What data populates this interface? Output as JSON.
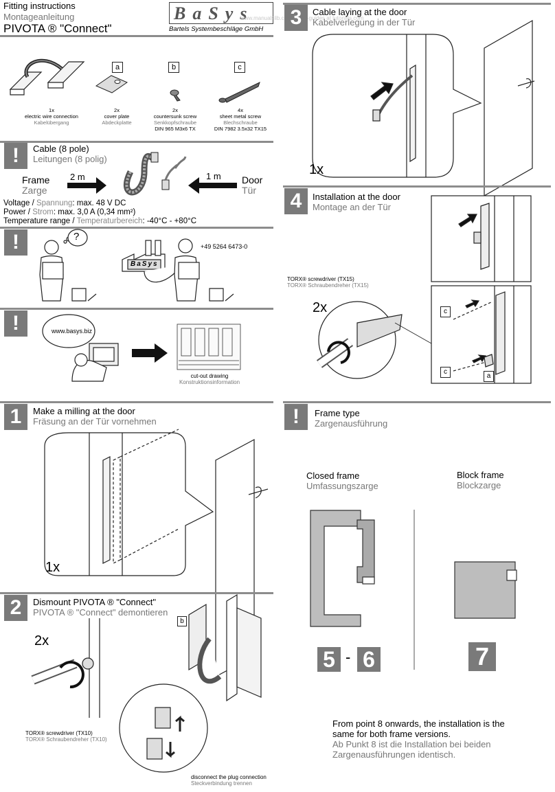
{
  "header": {
    "title_en": "Fitting instructions",
    "title_de": "Montageanleitung",
    "product": "PIVOTA ® \"Connect\"",
    "logo_text": "BaSys",
    "company": "Bartels Systembeschläge GmbH",
    "watermark": "www.manualslib.com | user-guides at tutorials.com"
  },
  "parts": [
    {
      "qty": "1x",
      "en": "electric wire connection",
      "de": "Kabelübergang",
      "code": "",
      "letter": ""
    },
    {
      "qty": "2x",
      "en": "cover plate",
      "de": "Abdeckplatte",
      "code": "",
      "letter": "a"
    },
    {
      "qty": "2x",
      "en": "countersunk screw",
      "de": "Senkkopfschraube",
      "code": "DIN 965 M3x6 TX",
      "letter": "b"
    },
    {
      "qty": "4x",
      "en": "sheet metal screw",
      "de": "Blechschraube",
      "code": "DIN 7982 3.5x32 TX15",
      "letter": "c"
    }
  ],
  "cable": {
    "icon": "!",
    "title_en": "Cable (8 pole)",
    "title_de": "Leitungen (8 polig)",
    "frame_en": "Frame",
    "frame_de": "Zarge",
    "frame_len": "2 m",
    "door_en": "Door",
    "door_de": "Tür",
    "door_len": "1 m",
    "specs": [
      {
        "en": "Voltage",
        "de": "Spannung",
        "value": ": max. 48 V DC"
      },
      {
        "en": "Power",
        "de": "Strom",
        "value": ": max. 3,0 A (0,34 mm²)"
      },
      {
        "en": "Temperature range",
        "de": "Temperaturbereich",
        "value": ": -40°C - +80°C"
      }
    ]
  },
  "support": {
    "icon": "!",
    "question": "?",
    "phone": "+49 5264 6473-0",
    "logo_text": "BaSys"
  },
  "web": {
    "icon": "!",
    "url": "www.basys.biz",
    "drawing_en": "cut-out drawing",
    "drawing_de": "Konstruktionsinformation"
  },
  "step1": {
    "num": "1",
    "en": "Make a milling at the door",
    "de": "Fräsung an der Tür vornehmen",
    "count": "1x"
  },
  "step2": {
    "num": "2",
    "en": "Dismount PIVOTA ® \"Connect\"",
    "de": "PIVOTA ® \"Connect\" demontieren",
    "count": "2x",
    "part_letter": "b",
    "tool_en": "TORX® screwdriver (TX10)",
    "tool_de": "TORX® Schraubendreher (TX10)",
    "plug_en": "disconnect the plug connection",
    "plug_de": "Steckverbindung trennen"
  },
  "step3": {
    "num": "3",
    "en": "Cable laying at the door",
    "de": "Kabelverlegung in der Tür",
    "count": "1x"
  },
  "step4": {
    "num": "4",
    "en": "Installation at the door",
    "de": "Montage an der Tür",
    "count": "2x",
    "tool_en": "TORX® screwdriver (TX15)",
    "tool_de": "TORX® Schraubendreher (TX15)",
    "letter_c": "c",
    "letter_a": "a"
  },
  "frametype": {
    "icon": "!",
    "title_en": "Frame type",
    "title_de": "Zargenausführung",
    "closed_en": "Closed frame",
    "closed_de": "Umfassungszarge",
    "block_en": "Block frame",
    "block_de": "Blockzarge",
    "closed_steps_a": "5",
    "closed_dash": "-",
    "closed_steps_b": "6",
    "block_step": "7",
    "note_en": "From point 8 onwards, the installation is the same for both frame versions.",
    "note_de": "Ab Punkt 8 ist die Installation bei beiden Zargenausführungen identisch."
  },
  "colors": {
    "accent_gray": "#7a7a7a",
    "rule_gray": "#8c8c8c",
    "frame_fill": "#bdbdbd",
    "text_gray": "#777777"
  }
}
